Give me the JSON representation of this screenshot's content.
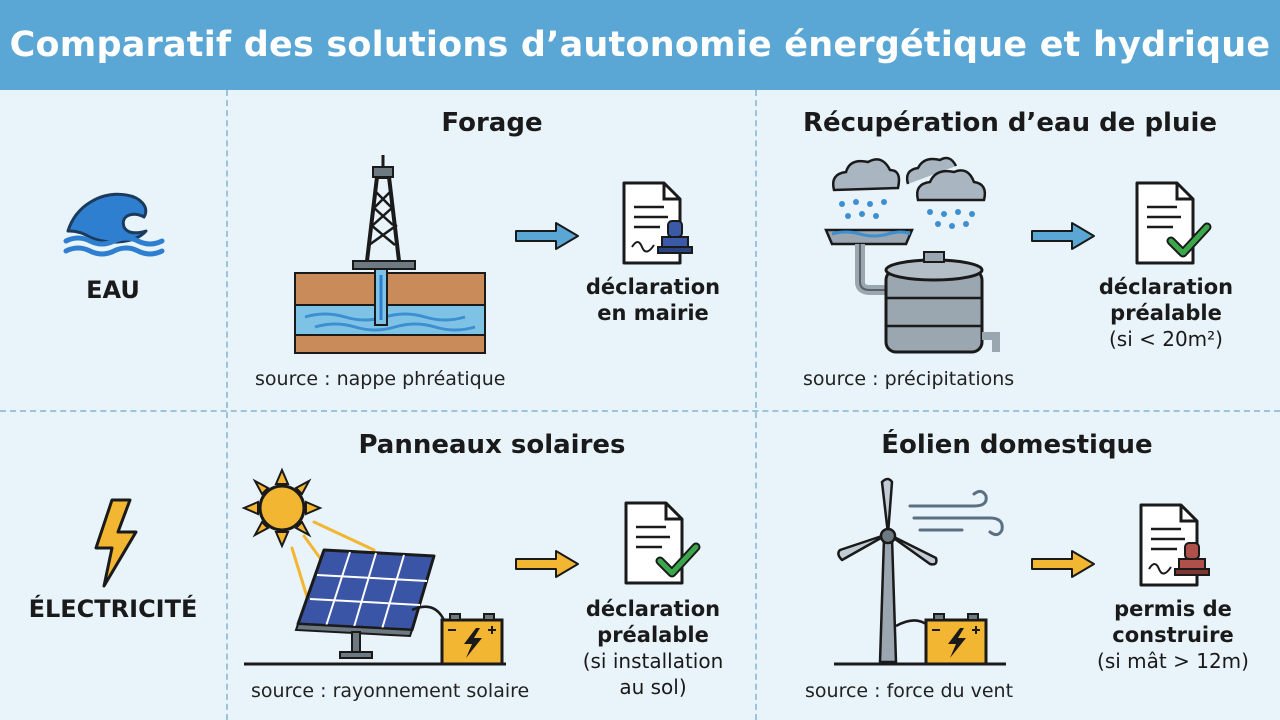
{
  "title": "Comparatif des solutions d’autonomie énergétique et hydrique",
  "rows": {
    "water": "EAU",
    "electricity": "ÉLECTRICITÉ"
  },
  "cells": {
    "forage": {
      "title": "Forage",
      "source": "source : nappe phréatique",
      "req_line1": "déclaration",
      "req_line2": "en mairie"
    },
    "pluie": {
      "title": "Récupération d’eau de pluie",
      "source": "source : précipitations",
      "req_line1": "déclaration",
      "req_line2": "préalable",
      "req_note": "(si < 20m²)"
    },
    "solaire": {
      "title": "Panneaux solaires",
      "source": "source : rayonnement solaire",
      "req_line1": "déclaration",
      "req_line2": "préalable",
      "req_note1": "(si installation",
      "req_note2": "au sol)"
    },
    "eolien": {
      "title": "Éolien domestique",
      "source": "source : force du vent",
      "req_line1": "permis de",
      "req_line2": "construire",
      "req_note": "(si mât > 12m)"
    }
  },
  "colors": {
    "header": "#5aa7d6",
    "background": "#e8f3fa",
    "water_arrow": "#5aa7d6",
    "electric_arrow": "#f2b632",
    "water": "#3d8fd1",
    "battery": "#f2b632",
    "check": "#3aa84a",
    "stamp_blue": "#3a5aa8",
    "stamp_red": "#b0504a"
  }
}
